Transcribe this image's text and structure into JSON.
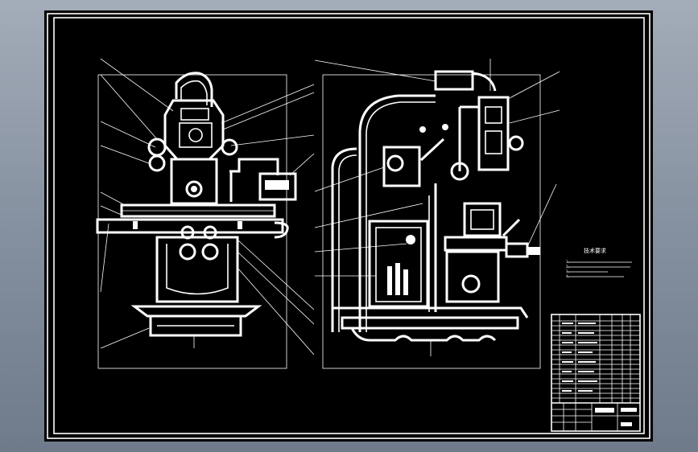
{
  "viewer": {
    "background_top": "#a3acb8",
    "background_bottom": "#6f7a8b"
  },
  "drawing": {
    "sheet_color": "#000000",
    "line_color": "#ffffff",
    "notes_title": "技术要求",
    "notes_lines": [
      "1.  ",
      "2.  ",
      "3.  ",
      "4.  "
    ],
    "title_block": {
      "drawing_name": "",
      "part_code": ""
    }
  }
}
